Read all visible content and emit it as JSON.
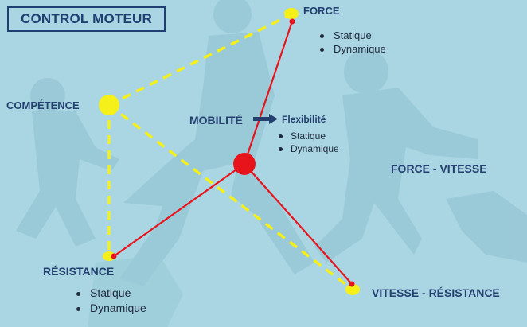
{
  "title": "CONTROL MOTEUR",
  "nodes": {
    "force": {
      "label": "FORCE",
      "items": [
        "Statique",
        "Dynamique"
      ]
    },
    "competence": {
      "label": "COMPÉTENCE"
    },
    "mobilite": {
      "label": "MOBILITÉ",
      "arrow_target": "Flexibilité",
      "items": [
        "Statique",
        "Dynamique"
      ]
    },
    "force_vitesse": {
      "label": "FORCE - VITESSE"
    },
    "resistance": {
      "label": "RÉSISTANCE",
      "items": [
        "Statique",
        "Dynamique"
      ]
    },
    "vitesse_resistance": {
      "label": "VITESSE - RÉSISTANCE"
    }
  },
  "colors": {
    "background": "#a9d6e2",
    "silhouette": "#8fbfd0",
    "title_text": "#1f3f73",
    "label_text": "#24406f",
    "red_line": "#e8141c",
    "yellow_dash": "#f5ef1a",
    "yellow_node": "#f5ef1a",
    "red_node": "#e8141c"
  }
}
